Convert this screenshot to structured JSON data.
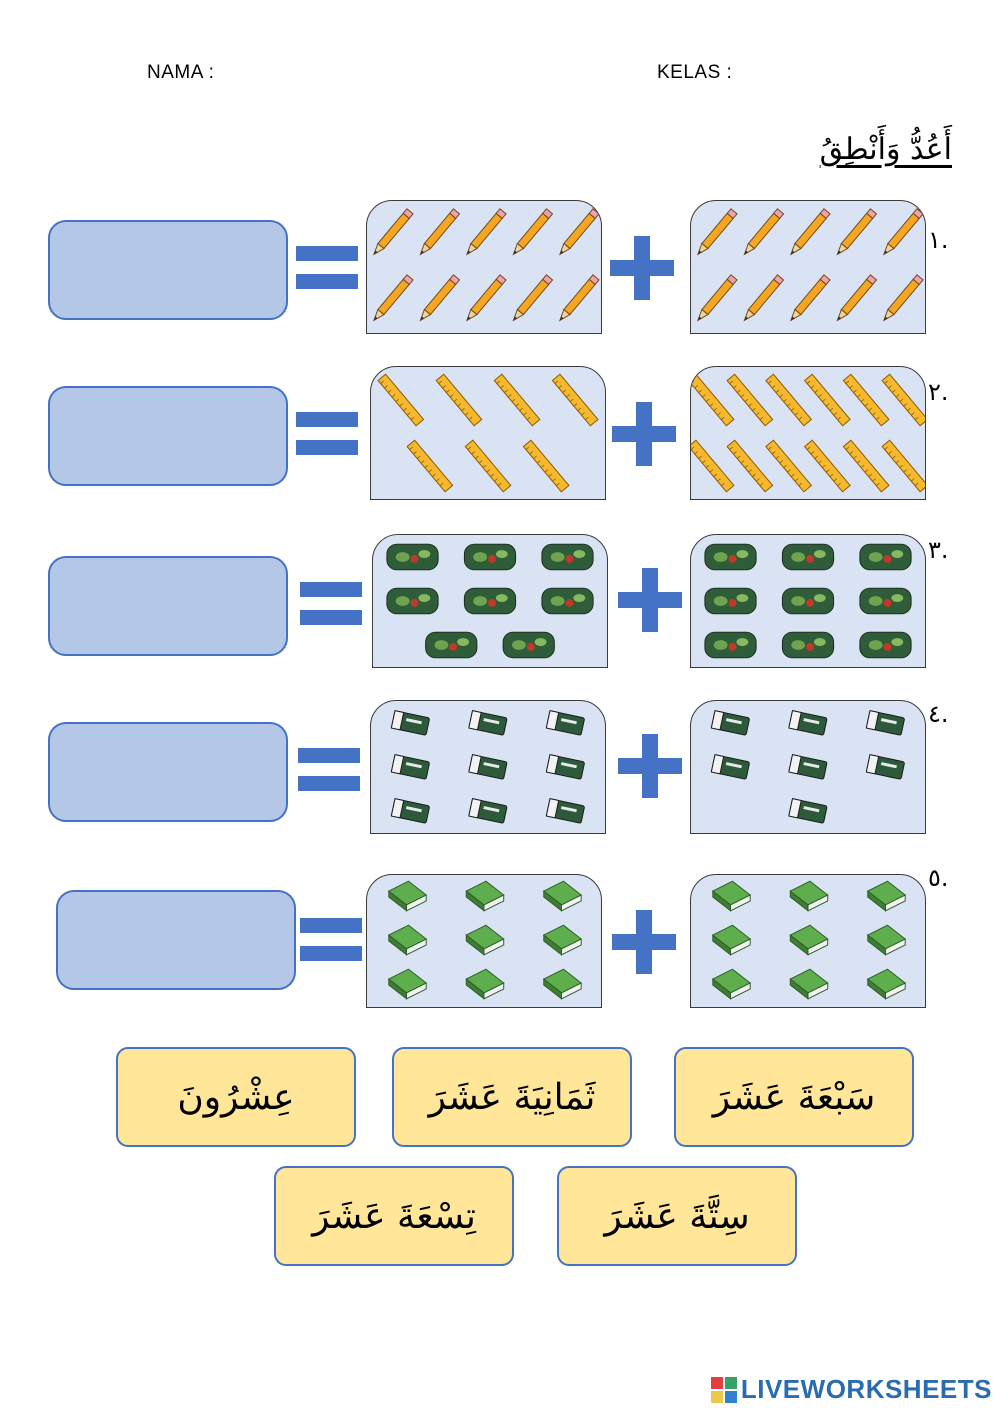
{
  "header": {
    "name_label": "NAMA :",
    "class_label": "KELAS :"
  },
  "title": "أَعُدُّ وَأَنْطِقُ",
  "rows": [
    {
      "number": ".١",
      "item_icon": "pencil-icon",
      "left_count": 10,
      "right_count": 10
    },
    {
      "number": ".٢",
      "item_icon": "ruler-icon",
      "left_count": 7,
      "right_count": 12
    },
    {
      "number": ".٣",
      "item_icon": "pencil-case-icon",
      "left_count": 8,
      "right_count": 9
    },
    {
      "number": ".٤",
      "item_icon": "eraser-icon",
      "left_count": 9,
      "right_count": 7
    },
    {
      "number": ".٥",
      "item_icon": "book-icon",
      "left_count": 9,
      "right_count": 9
    }
  ],
  "choices": [
    "عِشْرُونَ",
    "ثَمَانِيَةَ عَشَرَ",
    "سَبْعَةَ عَشَرَ",
    "تِسْعَةَ عَشَرَ",
    "سِتَّةَ عَشَرَ"
  ],
  "colors": {
    "answer_fill": "#b4c7e7",
    "accent_blue": "#4472c4",
    "image_panel": "#dae3f3",
    "choice_fill": "#ffe699"
  },
  "footer": {
    "brand": "LIVEWORKSHEETS"
  }
}
